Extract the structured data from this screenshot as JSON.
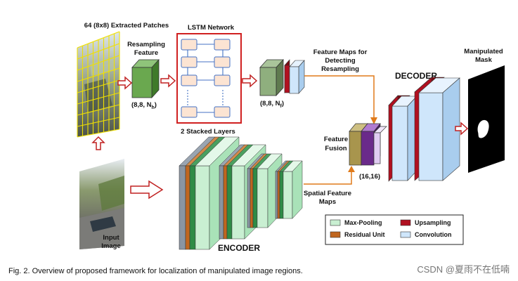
{
  "labels": {
    "patches_title": "64 (8x8) Extracted Patches",
    "resampling_feature_line1": "Resampling",
    "resampling_feature_line2": "Feature",
    "lstm_title": "LSTM Network",
    "stacked_layers": "2 Stacked Layers",
    "dims_nh_prefix": "(8,8, N",
    "dims_nh_sub": "h",
    "dims_nf_prefix": "(8,8, N",
    "dims_nf_sub": "f",
    "dims_close": ")",
    "feature_maps_line1": "Feature Maps for",
    "feature_maps_line2": "Detecting",
    "feature_maps_line3": "Resampling",
    "decoder": "DECODER",
    "manipulated_mask_line1": "Manipulated",
    "manipulated_mask_line2": "Mask",
    "feature_fusion_line1": "Feature",
    "feature_fusion_line2": "Fusion",
    "fusion_dims": "(16,16)",
    "spatial_line1": "Spatial Feature",
    "spatial_line2": "Maps",
    "input_line1": "Input",
    "input_line2": "Image",
    "encoder": "ENCODER"
  },
  "legend": {
    "max_pooling": "Max-Pooling",
    "residual_unit": "Residual Unit",
    "upsampling": "Upsampling",
    "convolution": "Convolution"
  },
  "caption": "Fig. 2.  Overview of proposed framework for localization of manipulated image regions.",
  "watermark": "CSDN @夏雨不在低喃",
  "colors": {
    "max_pooling": "#c9efd2",
    "residual_unit": "#c0661f",
    "upsampling": "#b01020",
    "convolution": "#cfe6fb",
    "lstm_border": "#d02020",
    "arrow_red": "#c02020",
    "arrow_orange": "#e07a1a",
    "resampling_cube": "#6aa84f",
    "lstm_cell": "#fce4d3"
  }
}
